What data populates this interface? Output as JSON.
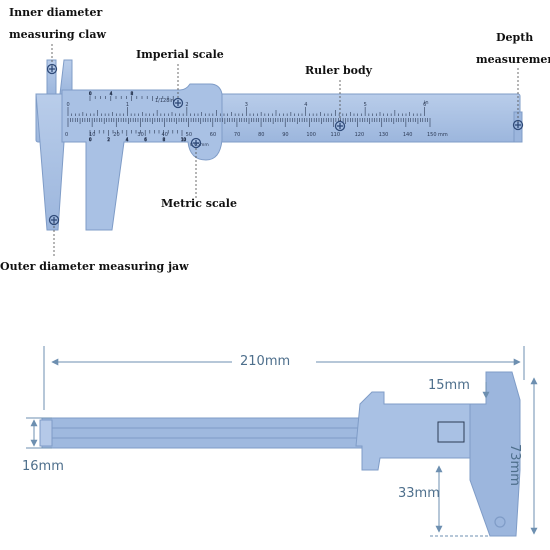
{
  "colors": {
    "caliper_body": "#a6bfe2",
    "caliper_shadow": "#7f9cc7",
    "scale_text": "#2c3a55",
    "dimension_line": "#6d8fb0",
    "dimension_text": "#4e6f8c",
    "marker": "#2f4a78"
  },
  "labels": {
    "inner_diameter_line1": "Inner diameter",
    "inner_diameter_line2": "measuring claw",
    "imperial_scale": "Imperial scale",
    "ruler_body": "Ruler body",
    "depth_line1": "Depth",
    "depth_line2": "measurement",
    "metric_scale": "Metric scale",
    "outer_diameter": "Outer diameter measuring jaw"
  },
  "scale_marks": {
    "metric_numbers": [
      "0",
      "10",
      "20",
      "30",
      "40",
      "50",
      "60",
      "70",
      "80",
      "90",
      "100",
      "110",
      "120",
      "130",
      "140",
      "150"
    ],
    "metric_unit": "mm",
    "imperial_numbers": [
      "0",
      "1",
      "2",
      "3",
      "4",
      "5",
      "6"
    ],
    "imperial_unit": "in",
    "vernier_imperial_note": "1/128in",
    "vernier_metric_note": "0.05mm",
    "vernier_top_numbers": [
      "0",
      "4",
      "8"
    ],
    "vernier_bottom_numbers": [
      "0",
      "2",
      "4",
      "6",
      "8",
      "10"
    ]
  },
  "dimensions": {
    "length": "210mm",
    "height": "73mm",
    "inner_jaw": "15mm",
    "outer_jaw": "33mm",
    "body_width": "16mm"
  }
}
